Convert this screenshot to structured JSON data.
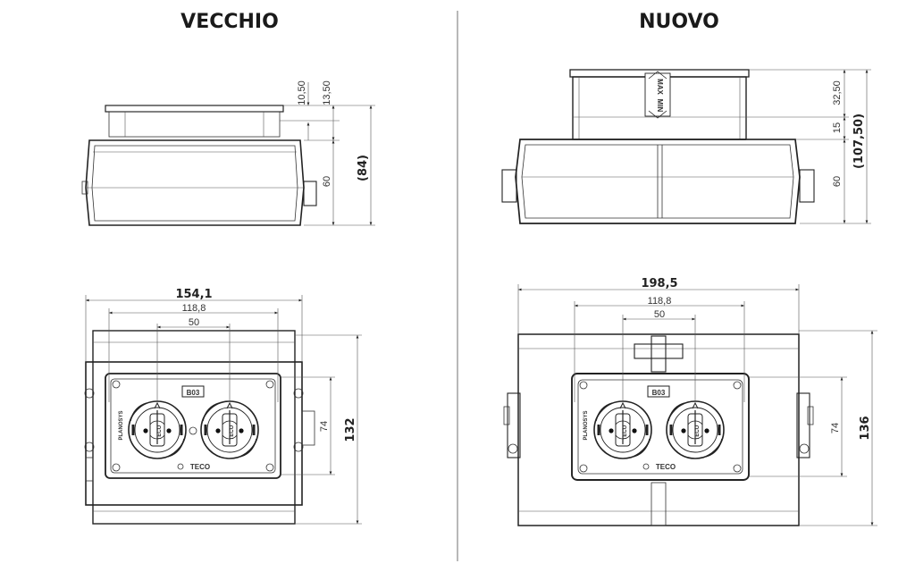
{
  "left": {
    "title": "VECCHIO",
    "side": {
      "d1": "10,50",
      "d2": "13,50",
      "d3": "60",
      "total": "(84)"
    },
    "front": {
      "width": "154,1",
      "inner": "118,8",
      "spacing": "50",
      "height_inner": "74",
      "height": "132"
    },
    "plate": {
      "badge": "B03",
      "side_label": "PLANOSYS",
      "brand": "TECO",
      "socket_brand": "TECO"
    }
  },
  "right": {
    "title": "NUOVO",
    "side": {
      "max": "MAX",
      "min": "MIN",
      "d1": "32,50",
      "d2": "15",
      "d3": "60",
      "total": "(107,50)"
    },
    "front": {
      "width": "198,5",
      "inner": "118,8",
      "spacing": "50",
      "height_inner": "74",
      "height": "136"
    },
    "plate": {
      "badge": "B03",
      "side_label": "PLANOSYS",
      "brand": "TECO",
      "socket_brand": "TECO"
    }
  }
}
